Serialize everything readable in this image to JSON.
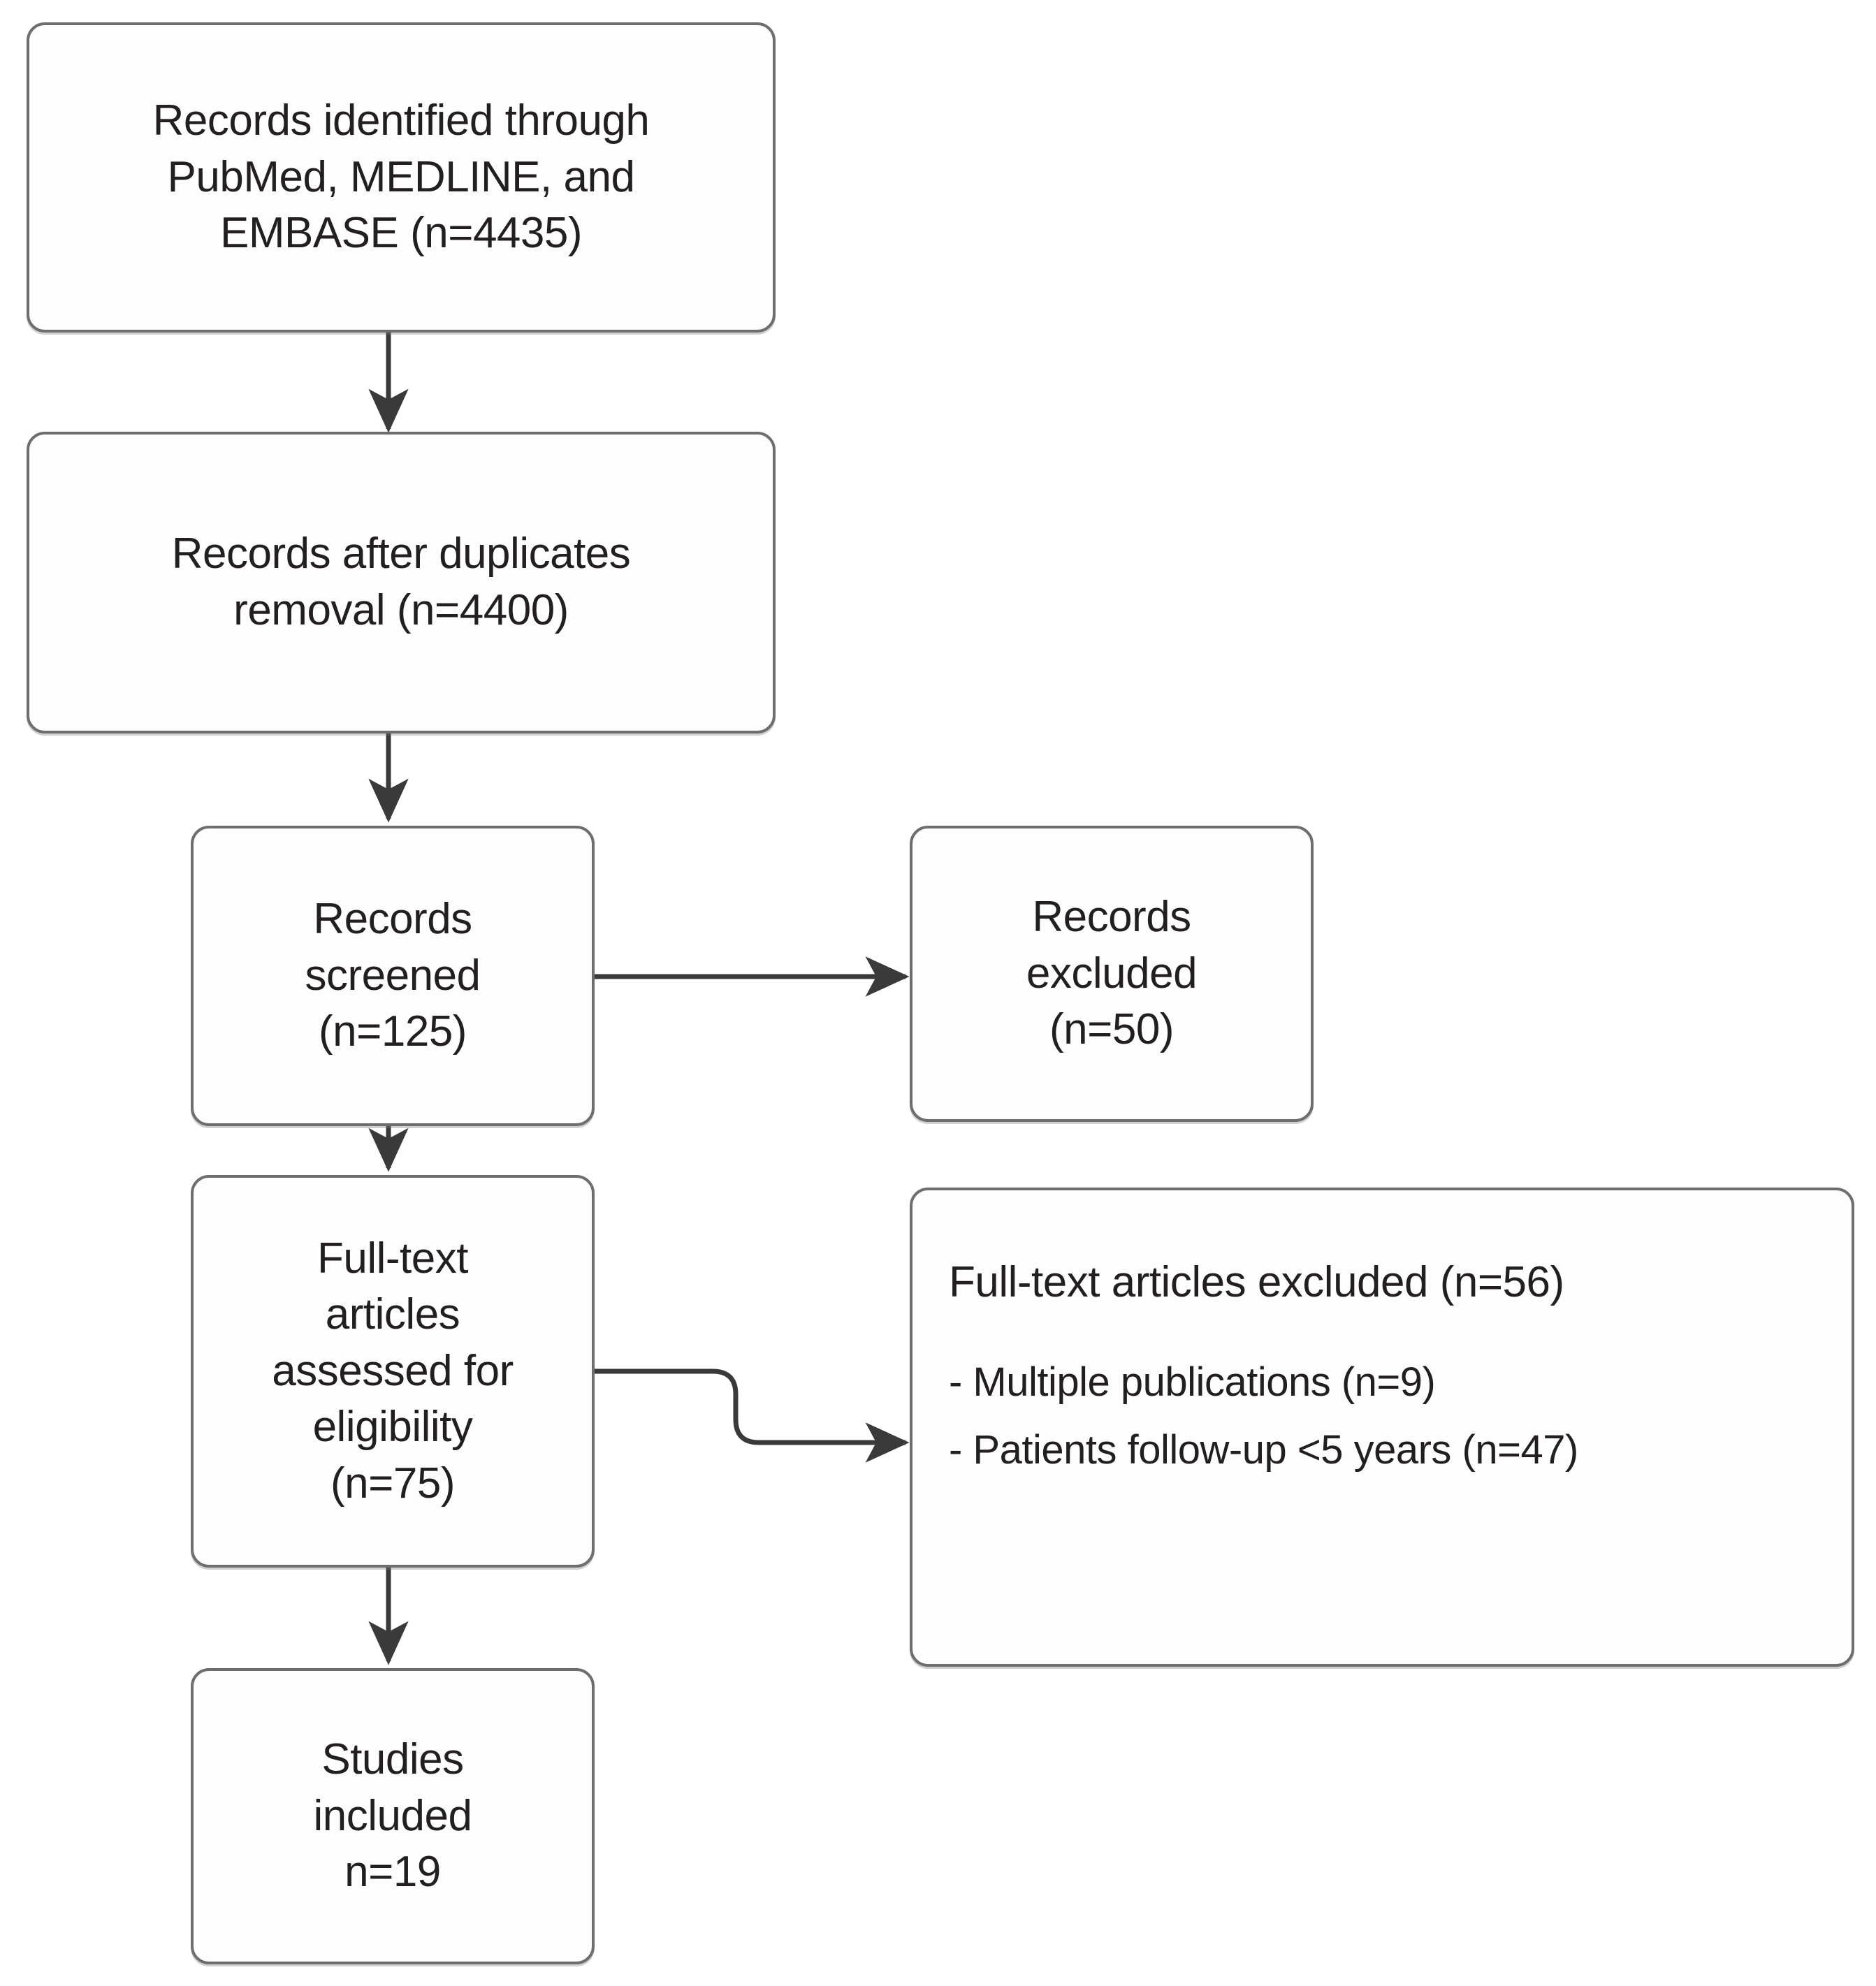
{
  "diagram": {
    "type": "prisma-flow-diagram",
    "title": "",
    "nodes": [
      {
        "id": "identified",
        "label": "Records identified through\nPubMed, MEDLINE, and\nEMBASE (n=4435)",
        "n": 4435
      },
      {
        "id": "deduplicated",
        "label": "Records after duplicates\nremoval (n=4400)",
        "n": 4400
      },
      {
        "id": "screened",
        "label": "Records\nscreened\n(n=125)",
        "n": 125
      },
      {
        "id": "records-excluded",
        "label": "Records\nexcluded\n(n=50)",
        "n": 50
      },
      {
        "id": "fulltext-assessed",
        "label": "Full-text\narticles\nassessed for\neligibility\n(n=75)",
        "n": 75
      },
      {
        "id": "fulltext-excluded",
        "heading": "Full-text articles excluded (n=56)",
        "n": 56,
        "reasons": [
          "- Multiple publications (n=9)",
          "- Patients follow-up <5 years (n=47)"
        ]
      },
      {
        "id": "studies-included",
        "label": "Studies\nincluded\nn=19",
        "n": 19
      }
    ],
    "edges": [
      {
        "from": "identified",
        "to": "deduplicated",
        "direction": "down"
      },
      {
        "from": "deduplicated",
        "to": "screened",
        "direction": "down"
      },
      {
        "from": "screened",
        "to": "records-excluded",
        "direction": "right"
      },
      {
        "from": "screened",
        "to": "fulltext-assessed",
        "direction": "down"
      },
      {
        "from": "fulltext-assessed",
        "to": "fulltext-excluded",
        "direction": "right-elbow"
      },
      {
        "from": "fulltext-assessed",
        "to": "studies-included",
        "direction": "down"
      }
    ],
    "colors": {
      "border": "#6e6e6e",
      "text": "#231f20",
      "background": "#ffffff",
      "connector": "#3a3a3a"
    }
  }
}
